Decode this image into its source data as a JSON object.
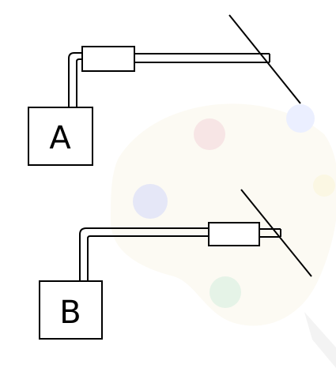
{
  "diagram": {
    "setups": [
      {
        "id": "A",
        "box_label": "A"
      },
      {
        "id": "B",
        "box_label": "B"
      }
    ],
    "colors": {
      "stroke": "#000000",
      "fill": "#ffffff",
      "watermark": "palette-watermark"
    }
  }
}
